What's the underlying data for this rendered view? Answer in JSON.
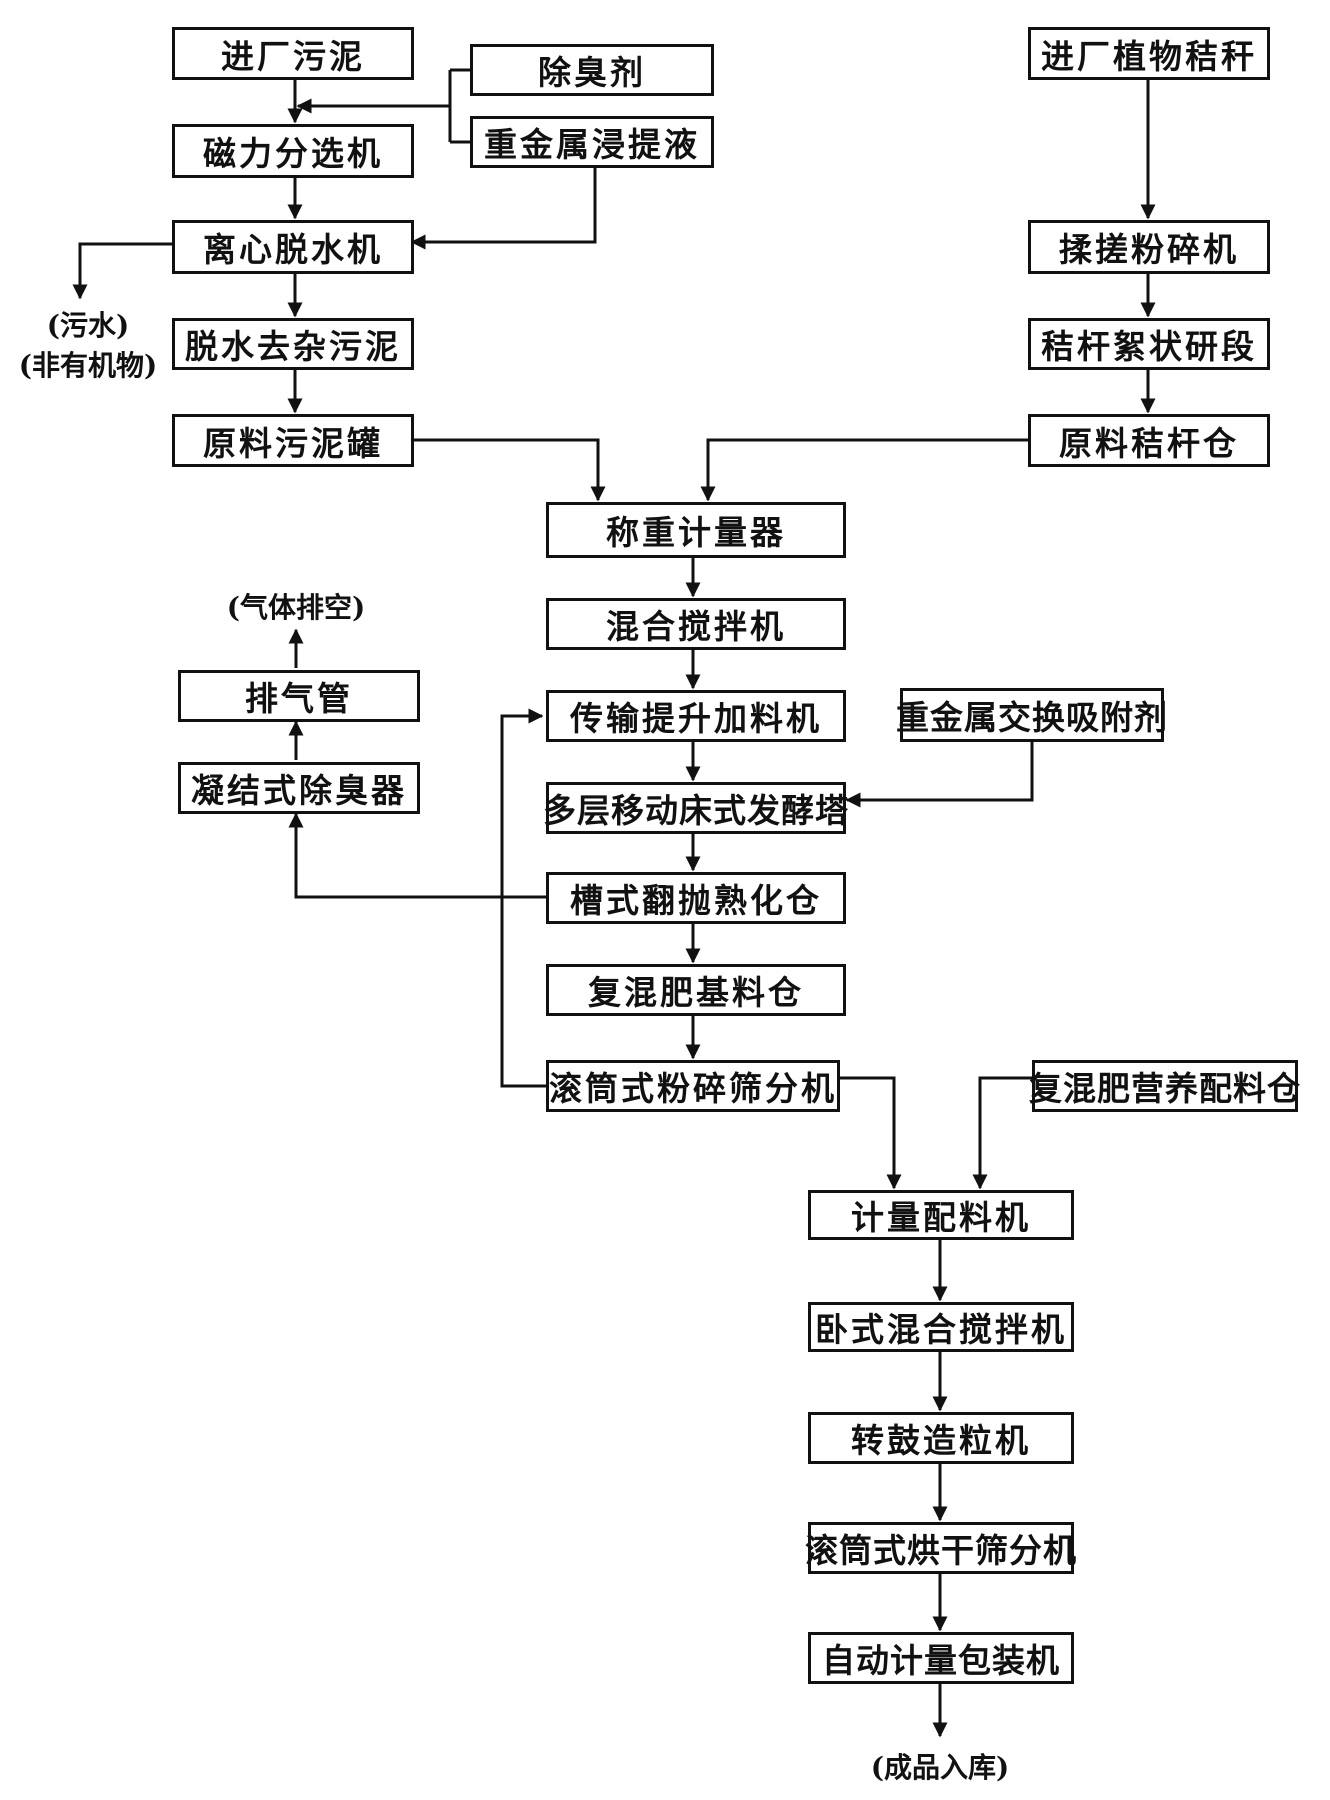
{
  "boxes": {
    "sludge_intake": "进厂污泥",
    "deodorant": "除臭剂",
    "magnetic_separator": "磁力分选机",
    "heavy_metal_leach": "重金属浸提液",
    "centrifuge": "离心脱水机",
    "dewatered_sludge": "脱水去杂污泥",
    "sludge_tank": "原料污泥罐",
    "straw_intake": "进厂植物秸秆",
    "straw_crusher": "揉搓粉碎机",
    "straw_mill": "秸杆絮状研段",
    "straw_silo": "原料秸杆仓",
    "weigher": "称重计量器",
    "mixer": "混合搅拌机",
    "elevator_feeder": "传输提升加料机",
    "adsorbent": "重金属交换吸附剂",
    "fermentation_tower": "多层移动床式发酵塔",
    "curing_bin": "槽式翻抛熟化仓",
    "base_bin": "复混肥基料仓",
    "drum_crusher_screen": "滚筒式粉碎筛分机",
    "nutrient_bin": "复混肥营养配料仓",
    "batching": "计量配料机",
    "horizontal_mixer": "卧式混合搅拌机",
    "granulator": "转鼓造粒机",
    "dryer_screen": "滚筒式烘干筛分机",
    "packer": "自动计量包装机",
    "condensing_deodorizer": "凝结式除臭器",
    "exhaust_pipe": "排气管"
  },
  "labels": {
    "wastewater_line1": "(污水)",
    "wastewater_line2": "(非有机物)",
    "gas_vent": "(气体排空)",
    "product": "(成品入库)"
  }
}
